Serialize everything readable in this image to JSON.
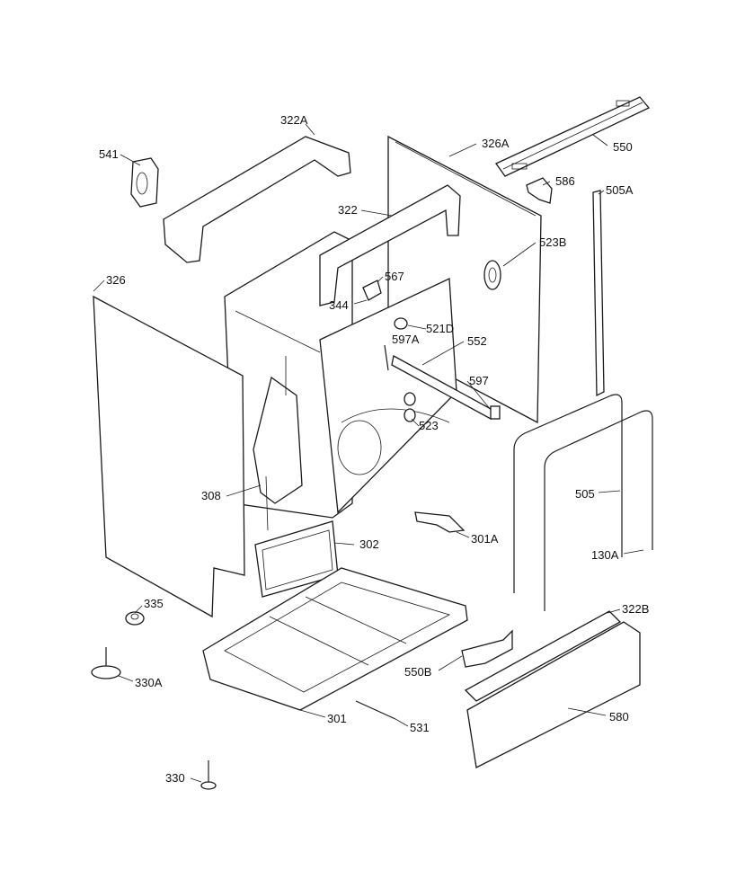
{
  "labels": {
    "l541": "541",
    "l322A": "322A",
    "l326A": "326A",
    "l550": "550",
    "l586": "586",
    "l505A": "505A",
    "l322": "322",
    "l523B": "523B",
    "l326": "326",
    "l567": "567",
    "l344": "344",
    "l521D": "521D",
    "l597A": "597A",
    "l552": "552",
    "l597": "597",
    "l523": "523",
    "l308": "308",
    "l505": "505",
    "l302": "302",
    "l301A": "301A",
    "l130A": "130A",
    "l335": "335",
    "l322B": "322B",
    "l550B": "550B",
    "l330A": "330A",
    "l580": "580",
    "l301": "301",
    "l531": "531",
    "l330": "330"
  }
}
